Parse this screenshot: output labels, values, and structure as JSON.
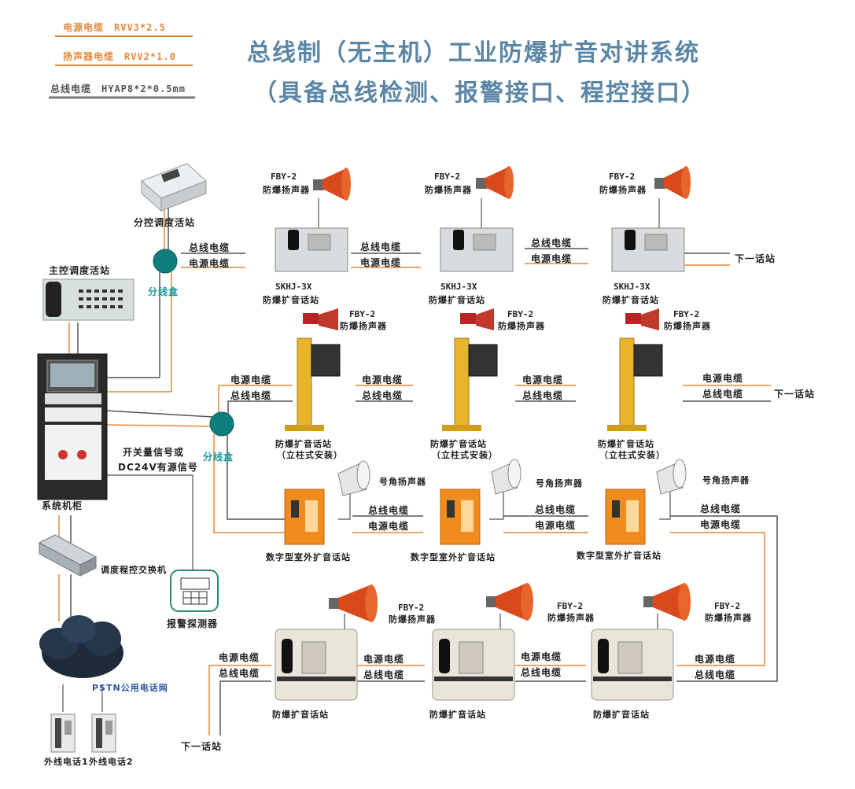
{
  "legend": {
    "power": "电源电缆　RVV3*2.5",
    "speaker": "扬声器电缆　RVV2*1.0",
    "bus": "总线电缆　HYAP8*2*0.5mm"
  },
  "title": {
    "line1": "总线制（无主机）工业防爆扩音对讲系统",
    "line2": "（具备总线检测、报警接口、程控接口）"
  },
  "colors": {
    "power": "#e08a3c",
    "bus": "#555555",
    "title": "#5b86a5",
    "teal": "#139a9a"
  },
  "labels": {
    "sub_station": "分控调度活站",
    "main_station": "主控调度活站",
    "junction": "分线盒",
    "cabinet": "系统机柜",
    "switch_signal_1": "开关量信号或",
    "switch_signal_2": "DC24V有源信号",
    "pbx": "调度程控交换机",
    "alarm_detector": "报警探测器",
    "pstn": "PSTN公用电话网",
    "ext_phone_1": "外线电话1",
    "ext_phone_2": "外线电话2",
    "bus_cable": "总线电缆",
    "power_cable": "电源电缆",
    "next_station": "下一话站",
    "fby": "FBY-2",
    "fby_speaker": "防爆扬声器",
    "skhj": "SKHJ-3X",
    "ex_pa_station": "防爆扩音话站",
    "pillar_1": "防爆扩音话站",
    "pillar_2": "（立柱式安装）",
    "horn_speaker": "号角扬声器",
    "digital_station": "数字型室外扩音话站"
  }
}
